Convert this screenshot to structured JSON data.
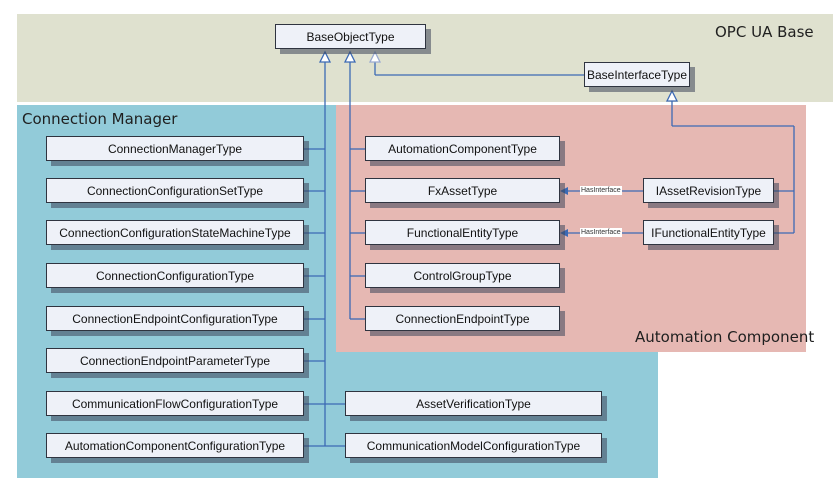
{
  "regions": {
    "base": "OPC UA  Base",
    "connection_manager": "Connection Manager",
    "automation_component": "Automation Component"
  },
  "types": {
    "base_object": "BaseObjectType",
    "base_interface": "BaseInterfaceType",
    "connection_manager": "ConnectionManagerType",
    "connection_configuration_set": "ConnectionConfigurationSetType",
    "connection_configuration_state_machine": "ConnectionConfigurationStateMachineType",
    "connection_configuration": "ConnectionConfigurationType",
    "connection_endpoint_configuration": "ConnectionEndpointConfigurationType",
    "connection_endpoint_parameter": "ConnectionEndpointParameterType",
    "communication_flow_configuration": "CommunicationFlowConfigurationType",
    "automation_component_configuration": "AutomationComponentConfigurationType",
    "automation_component": "AutomationComponentType",
    "fx_asset": "FxAssetType",
    "functional_entity": "FunctionalEntityType",
    "control_group": "ControlGroupType",
    "connection_endpoint": "ConnectionEndpointType",
    "asset_verification": "AssetVerificationType",
    "communication_model_configuration": "CommunicationModelConfigurationType",
    "iasset_revision": "IAssetRevisionType",
    "ifunctional_entity": "IFunctionalEntityType"
  },
  "relations": {
    "has_interface_1": "HasInterface",
    "has_interface_2": "HasInterface"
  },
  "colors": {
    "base_region": "#dfe1cf",
    "connection_manager_region": "#92cbd9",
    "automation_component_region": "#e6b8b3",
    "box_fill": "#eef1f8",
    "line_blue": "#3c6ab4"
  }
}
